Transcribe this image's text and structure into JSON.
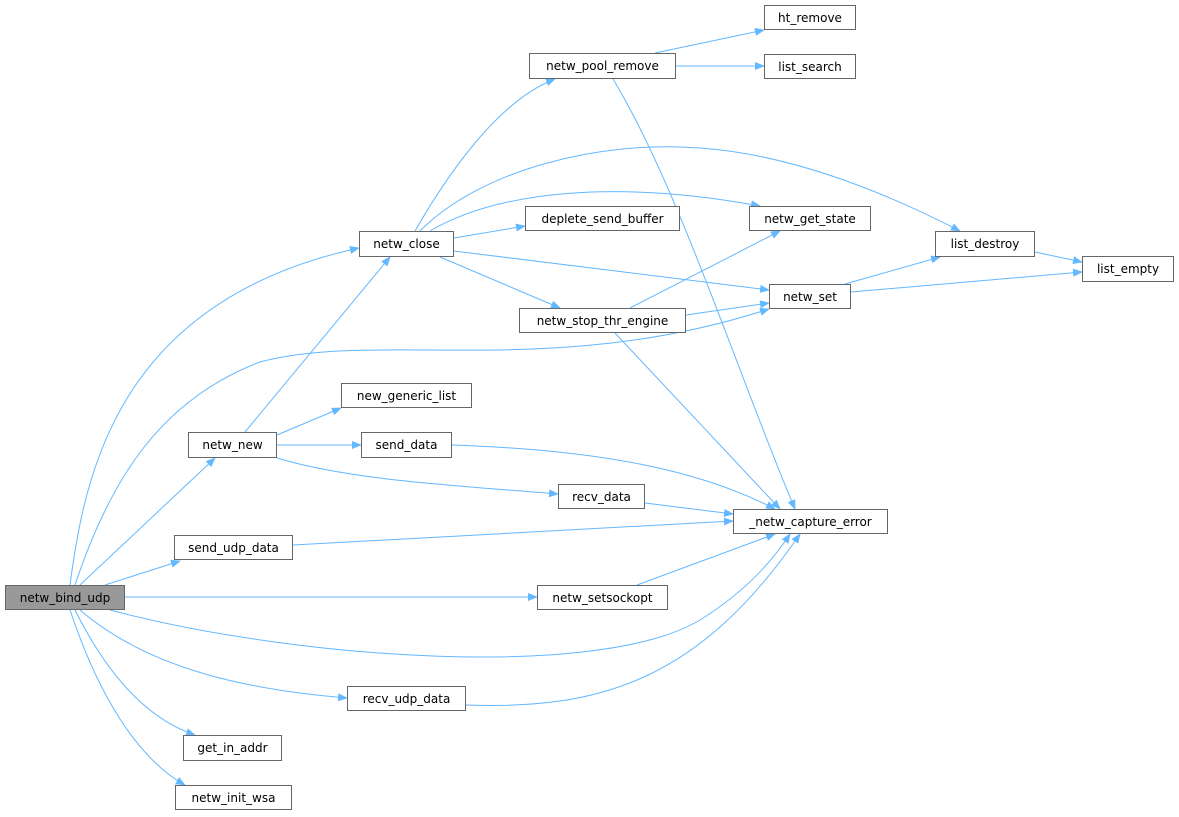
{
  "colors": {
    "edge": "#63b8ff",
    "node_border": "#666666",
    "root_fill": "#999999"
  },
  "nodes": [
    {
      "id": "netw_bind_udp",
      "label": "netw_bind_udp",
      "root": true
    },
    {
      "id": "netw_close",
      "label": "netw_close"
    },
    {
      "id": "netw_pool_remove",
      "label": "netw_pool_remove"
    },
    {
      "id": "ht_remove",
      "label": "ht_remove"
    },
    {
      "id": "list_search",
      "label": "list_search"
    },
    {
      "id": "deplete_send_buffer",
      "label": "deplete_send_buffer"
    },
    {
      "id": "netw_get_state",
      "label": "netw_get_state"
    },
    {
      "id": "list_destroy",
      "label": "list_destroy"
    },
    {
      "id": "list_empty",
      "label": "list_empty"
    },
    {
      "id": "netw_set",
      "label": "netw_set"
    },
    {
      "id": "netw_stop_thr_engine",
      "label": "netw_stop_thr_engine"
    },
    {
      "id": "new_generic_list",
      "label": "new_generic_list"
    },
    {
      "id": "netw_new",
      "label": "netw_new"
    },
    {
      "id": "send_data",
      "label": "send_data"
    },
    {
      "id": "recv_data",
      "label": "recv_data"
    },
    {
      "id": "_netw_capture_error",
      "label": "_netw_capture_error"
    },
    {
      "id": "send_udp_data",
      "label": "send_udp_data"
    },
    {
      "id": "netw_setsockopt",
      "label": "netw_setsockopt"
    },
    {
      "id": "recv_udp_data",
      "label": "recv_udp_data"
    },
    {
      "id": "get_in_addr",
      "label": "get_in_addr"
    },
    {
      "id": "netw_init_wsa",
      "label": "netw_init_wsa"
    }
  ],
  "edges": [
    [
      "netw_bind_udp",
      "netw_close"
    ],
    [
      "netw_bind_udp",
      "netw_set"
    ],
    [
      "netw_bind_udp",
      "netw_new"
    ],
    [
      "netw_bind_udp",
      "send_udp_data"
    ],
    [
      "netw_bind_udp",
      "netw_setsockopt"
    ],
    [
      "netw_bind_udp",
      "_netw_capture_error"
    ],
    [
      "netw_bind_udp",
      "recv_udp_data"
    ],
    [
      "netw_bind_udp",
      "get_in_addr"
    ],
    [
      "netw_bind_udp",
      "netw_init_wsa"
    ],
    [
      "netw_close",
      "netw_pool_remove"
    ],
    [
      "netw_close",
      "list_destroy"
    ],
    [
      "netw_close",
      "netw_get_state"
    ],
    [
      "netw_close",
      "deplete_send_buffer"
    ],
    [
      "netw_close",
      "netw_set"
    ],
    [
      "netw_close",
      "netw_stop_thr_engine"
    ],
    [
      "netw_pool_remove",
      "ht_remove"
    ],
    [
      "netw_pool_remove",
      "list_search"
    ],
    [
      "netw_pool_remove",
      "_netw_capture_error"
    ],
    [
      "netw_stop_thr_engine",
      "netw_get_state"
    ],
    [
      "netw_stop_thr_engine",
      "netw_set"
    ],
    [
      "netw_stop_thr_engine",
      "_netw_capture_error"
    ],
    [
      "netw_set",
      "list_destroy"
    ],
    [
      "netw_set",
      "list_empty"
    ],
    [
      "list_destroy",
      "list_empty"
    ],
    [
      "netw_new",
      "netw_close"
    ],
    [
      "netw_new",
      "new_generic_list"
    ],
    [
      "netw_new",
      "send_data"
    ],
    [
      "netw_new",
      "recv_data"
    ],
    [
      "send_data",
      "_netw_capture_error"
    ],
    [
      "recv_data",
      "_netw_capture_error"
    ],
    [
      "send_udp_data",
      "_netw_capture_error"
    ],
    [
      "netw_setsockopt",
      "_netw_capture_error"
    ],
    [
      "recv_udp_data",
      "_netw_capture_error"
    ]
  ]
}
